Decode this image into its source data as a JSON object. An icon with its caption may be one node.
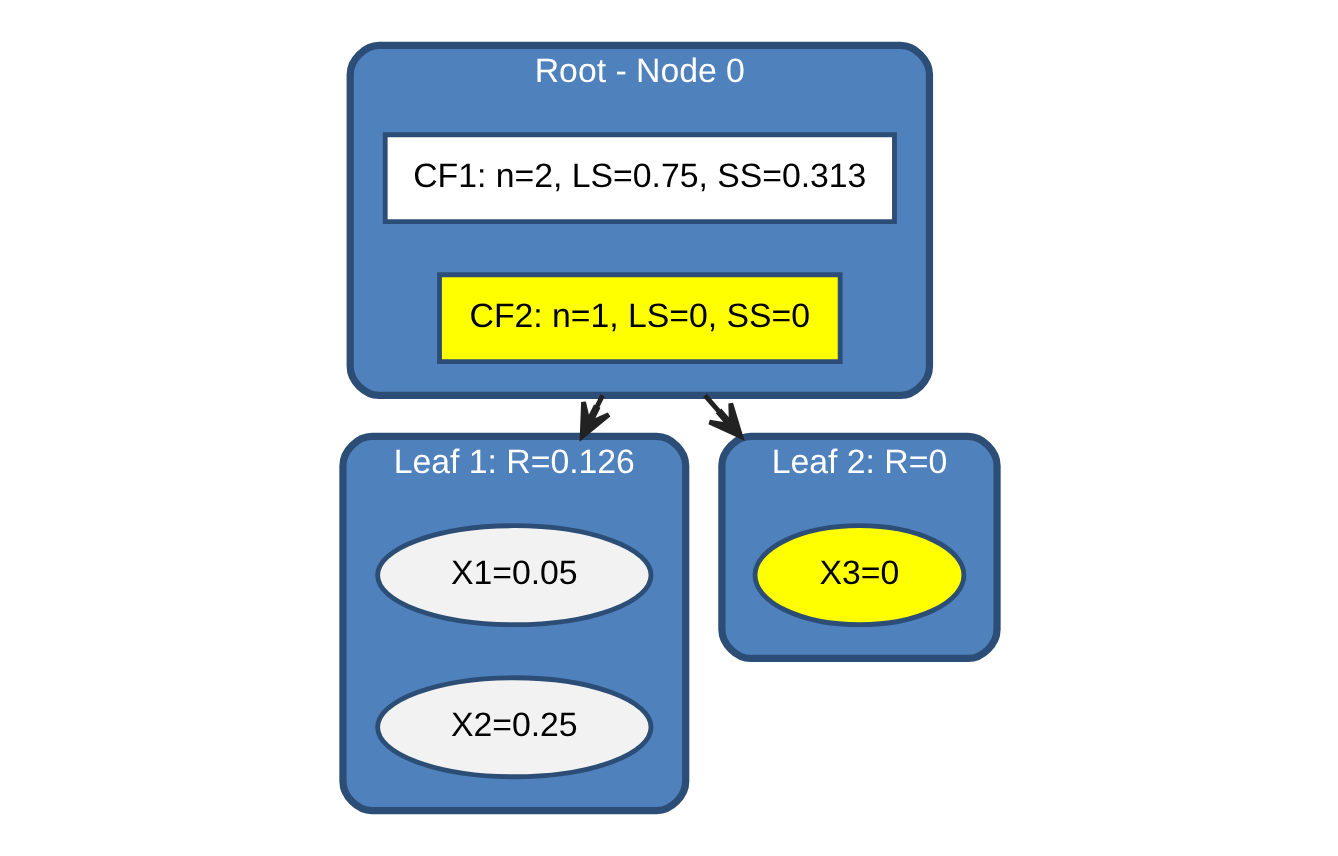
{
  "diagram": {
    "nodes": [
      {
        "text": [
          "Root - Node 0"
        ]
      },
      {
        "text": [
          "CF1: n=2, LS=0.75, SS=0.313"
        ],
        "in": 0
      },
      {
        "text": [
          "CF2: n=1, LS=0, SS=0"
        ],
        "in": 0
      },
      {
        "text": [
          "Leaf 1: R=0.126"
        ]
      },
      {
        "text": [
          "X1=0.05"
        ],
        "in": 3
      },
      {
        "text": [
          "X2=0.25"
        ],
        "in": 3
      },
      {
        "text": [
          "Leaf 2: R=0"
        ]
      },
      {
        "text": [
          "X3=0"
        ],
        "in": 6
      }
    ],
    "edges": [
      {
        "from": 0,
        "to": 3,
        "arrow": "to"
      },
      {
        "from": 0,
        "to": 6,
        "arrow": "to"
      }
    ]
  }
}
